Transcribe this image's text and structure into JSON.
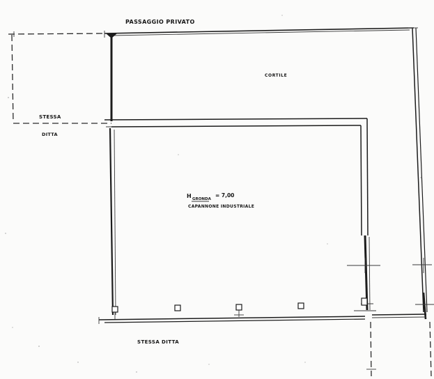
{
  "labels": {
    "top_passage": "PASSAGGIO PRIVATO",
    "courtyard": "CORTILE",
    "left_upper_a": "STESSA",
    "left_upper_b": "DITTA",
    "height_prefix": "H",
    "height_sub": "GRONDA",
    "height_value": "= 7,00",
    "building_name": "CAPANNONE INDUSTRIALE",
    "bottom_label": "STESSA DITTA"
  },
  "colors": {
    "ink": "#1c1c1c",
    "paper": "#fbfbfa"
  }
}
